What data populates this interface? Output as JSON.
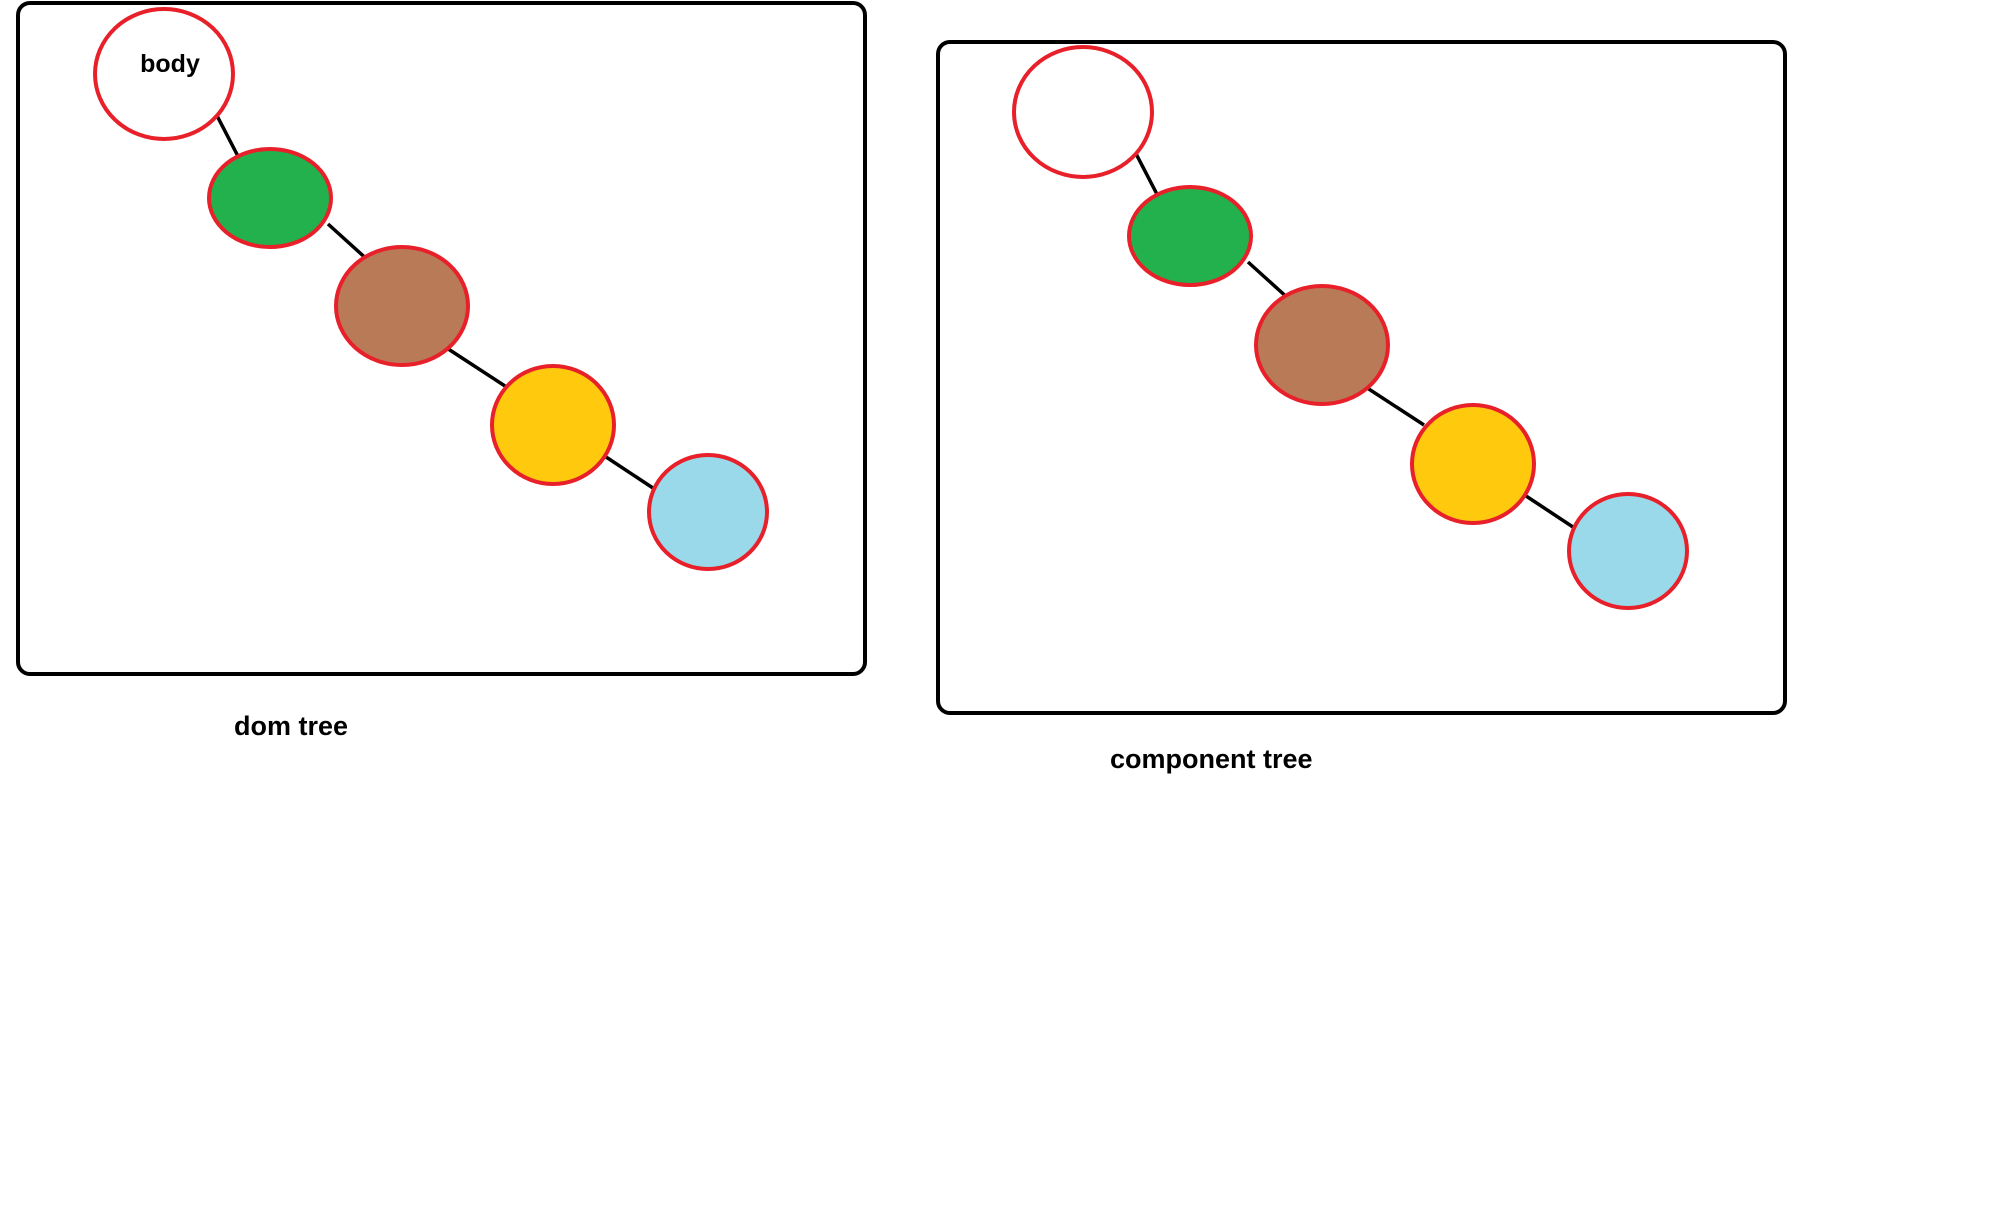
{
  "colors": {
    "frame": "#000000",
    "node_stroke": "#e8202a",
    "edge": "#000000",
    "background": "#ffffff"
  },
  "diagrams": [
    {
      "id": "dom-tree",
      "caption": "dom tree",
      "nodes": [
        {
          "id": "n1",
          "label": "body",
          "fill": "#ffffff"
        },
        {
          "id": "n2",
          "label": "",
          "fill": "#22b14c"
        },
        {
          "id": "n3",
          "label": "",
          "fill": "#b97a57"
        },
        {
          "id": "n4",
          "label": "",
          "fill": "#ffc90e"
        },
        {
          "id": "n5",
          "label": "",
          "fill": "#99d9ea"
        }
      ],
      "edges": [
        [
          "n1",
          "n2"
        ],
        [
          "n2",
          "n3"
        ],
        [
          "n3",
          "n4"
        ],
        [
          "n4",
          "n5"
        ]
      ]
    },
    {
      "id": "component-tree",
      "caption": "component tree",
      "nodes": [
        {
          "id": "n1",
          "label": "",
          "fill": "#ffffff"
        },
        {
          "id": "n2",
          "label": "",
          "fill": "#22b14c"
        },
        {
          "id": "n3",
          "label": "",
          "fill": "#b97a57"
        },
        {
          "id": "n4",
          "label": "",
          "fill": "#ffc90e"
        },
        {
          "id": "n5",
          "label": "",
          "fill": "#99d9ea"
        }
      ],
      "edges": [
        [
          "n1",
          "n2"
        ],
        [
          "n2",
          "n3"
        ],
        [
          "n3",
          "n4"
        ],
        [
          "n4",
          "n5"
        ]
      ]
    }
  ]
}
